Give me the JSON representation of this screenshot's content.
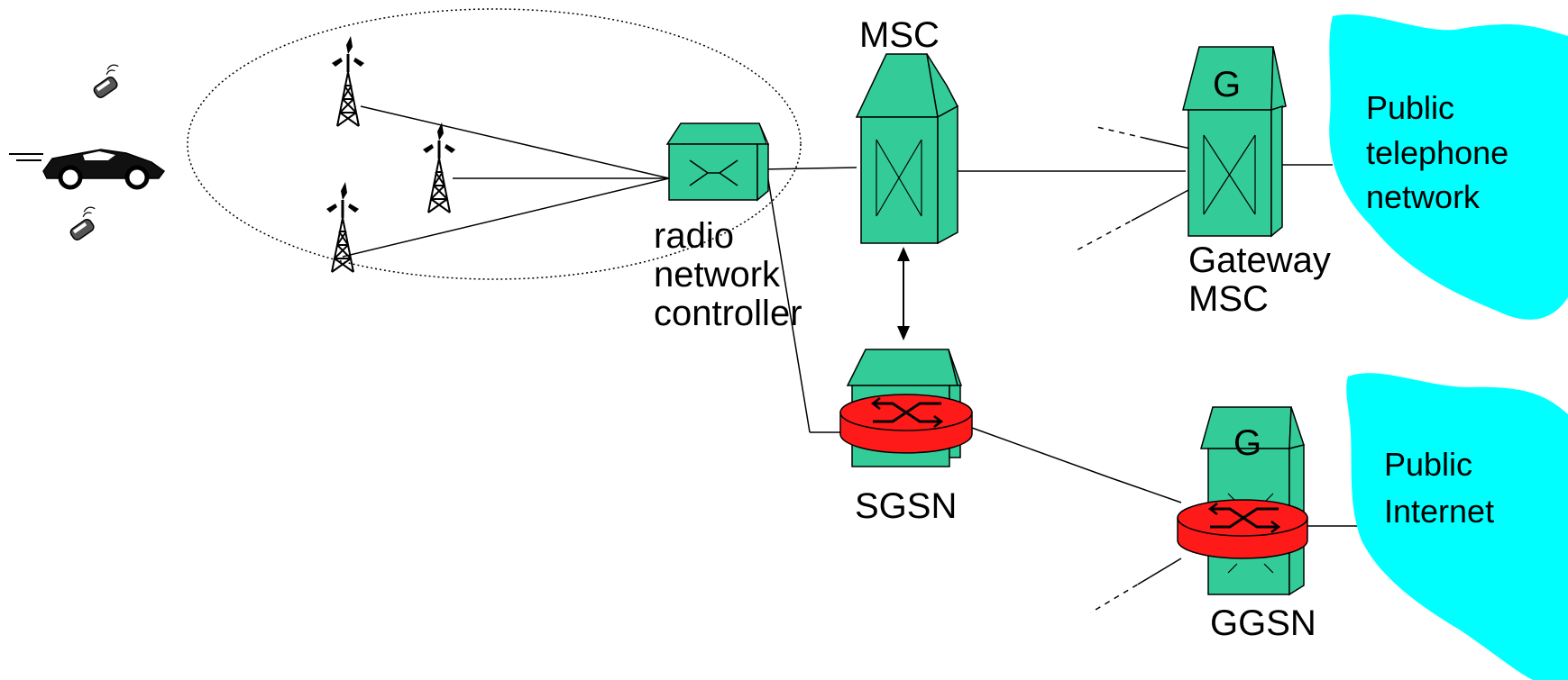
{
  "labels": {
    "msc": "MSC",
    "gateway_letter_top": "G",
    "gateway_letter_bottom": "G",
    "rnc_line1": "radio",
    "rnc_line2": "network",
    "rnc_line3": "controller",
    "gmsc_line1": "Gateway",
    "gmsc_line2": "MSC",
    "sgsn": "SGSN",
    "ggsn": "GGSN",
    "pstn_line1": "Public",
    "pstn_line2": "telephone",
    "pstn_line3": "network",
    "internet_line1": "Public",
    "internet_line2": "Internet"
  },
  "colors": {
    "switch_green": "#33cc99",
    "router_red": "#ff1a1a",
    "cloud_cyan": "#00ffff",
    "line": "#000000"
  },
  "icons": [
    "cell-phone-icon",
    "car-icon",
    "radio-tower-icon",
    "switch-building-icon",
    "router-icon",
    "cloud-icon"
  ]
}
